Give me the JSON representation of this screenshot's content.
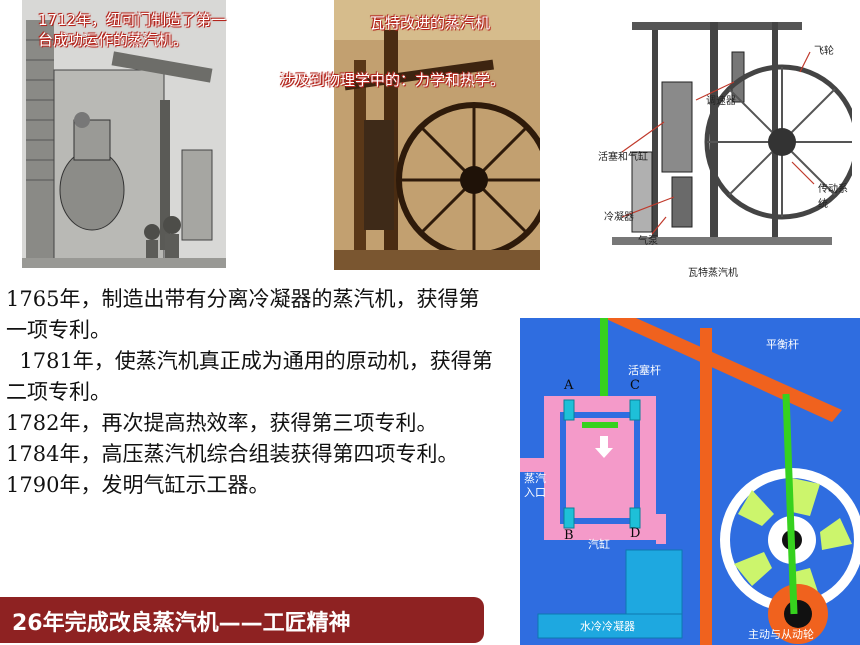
{
  "images": {
    "newcomen_caption": "1712年，纽可门制造了第一台成功运作的蒸汽机。",
    "watt_caption_line1": "瓦特改进的蒸汽机",
    "watt_caption_line2": "涉及到物理学中的：力学和热学。",
    "engraving_labels": {
      "flywheel": "飞轮",
      "regulator": "调速器",
      "piston_cylinder": "活塞和气缸",
      "condenser": "冷凝器",
      "pump": "气泵",
      "transmission": "传动系统",
      "title": "瓦特蒸汽机"
    },
    "diagram_labels": {
      "piston_rod": "活塞杆",
      "balance_beam": "平衡杆",
      "steam_inlet": "蒸汽入口",
      "cylinder": "汽缸",
      "condenser": "水冷冷凝器",
      "wheel": "主动与从动轮",
      "valve_a": "A",
      "valve_b": "B",
      "valve_c": "C",
      "valve_d": "D"
    }
  },
  "milestones": [
    "1765年，制造出带有分离冷凝器的蒸汽机，获得第一项专利。",
    "  1781年，使蒸汽机真正成为通用的原动机，获得第二项专利。",
    "1782年，再次提高热效率，获得第三项专利。",
    "1784年，高压蒸汽机综合组装获得第四项专利。",
    "1790年，发明气缸示工器。"
  ],
  "banner": {
    "text": "26年完成改良蒸汽机——工匠精神"
  },
  "colors": {
    "banner_bg": "#8e2222",
    "diagram_bg": "#2f6de0",
    "cylinder_pink": "#f49ac9",
    "beam_orange": "#f0621e",
    "rod_green": "#36d11e",
    "valve_cyan": "#1ec0d8"
  }
}
